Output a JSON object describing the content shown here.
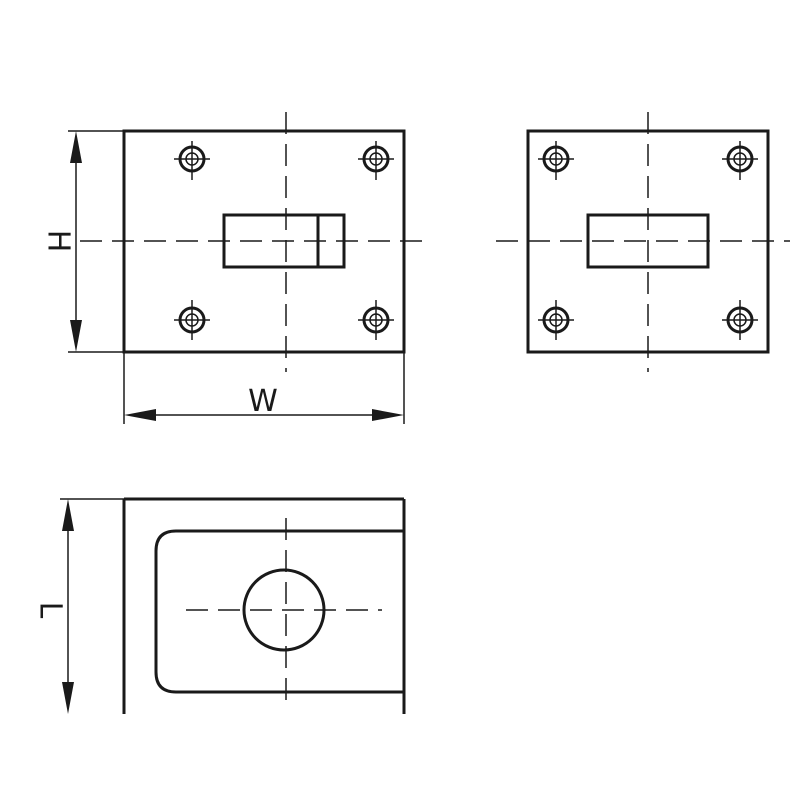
{
  "dimensions": {
    "height_label": "H",
    "width_label": "W",
    "length_label": "L"
  },
  "colors": {
    "line": "#1a1a1a",
    "background": "#ffffff"
  }
}
